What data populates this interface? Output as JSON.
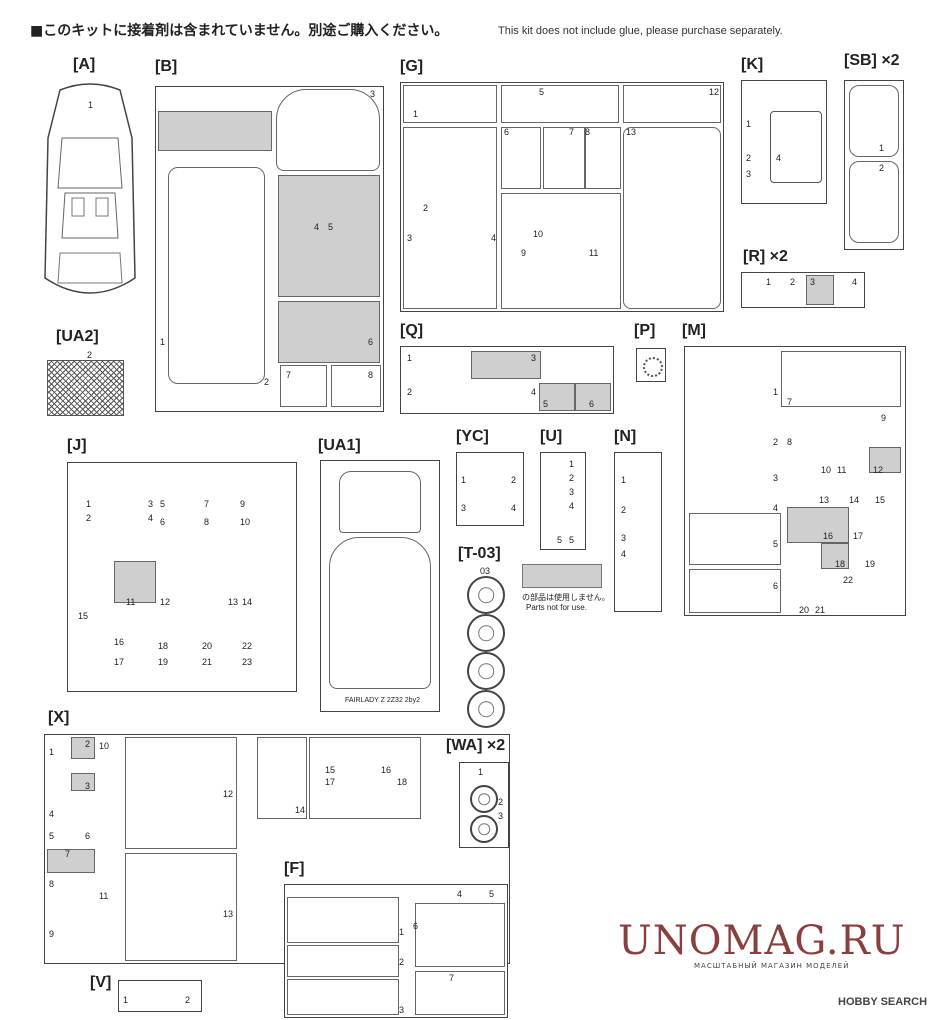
{
  "header": {
    "jp_note": "■このキットに接着剤は含まれていません。別途ご購入ください。",
    "en_note": "This kit does not include glue, please purchase separately."
  },
  "sprues": {
    "A": {
      "label": "[A]",
      "nums": [
        "1"
      ]
    },
    "UA2": {
      "label": "[UA2]",
      "nums": [
        "2"
      ]
    },
    "B": {
      "label": "[B]",
      "nums": [
        "1",
        "2",
        "3",
        "4",
        "5",
        "6",
        "7",
        "8"
      ]
    },
    "G": {
      "label": "[G]",
      "nums": [
        "1",
        "2",
        "3",
        "4",
        "5",
        "6",
        "7",
        "8",
        "9",
        "10",
        "11",
        "12",
        "13"
      ]
    },
    "K": {
      "label": "[K]",
      "nums": [
        "1",
        "2",
        "3",
        "4"
      ]
    },
    "SB": {
      "label": "[SB] ×2",
      "nums": [
        "1",
        "2"
      ]
    },
    "R": {
      "label": "[R] ×2",
      "nums": [
        "1",
        "2",
        "3",
        "4"
      ]
    },
    "Q": {
      "label": "[Q]",
      "nums": [
        "1",
        "2",
        "3",
        "4",
        "5",
        "6"
      ]
    },
    "P": {
      "label": "[P]"
    },
    "M": {
      "label": "[M]",
      "nums": [
        "1",
        "2",
        "3",
        "4",
        "5",
        "6",
        "7",
        "8",
        "9",
        "10",
        "11",
        "12",
        "13",
        "14",
        "15",
        "16",
        "17",
        "18",
        "19",
        "20",
        "21",
        "22"
      ]
    },
    "J": {
      "label": "[J]",
      "nums": [
        "1",
        "2",
        "3",
        "4",
        "5",
        "6",
        "7",
        "8",
        "9",
        "10",
        "11",
        "12",
        "13",
        "14",
        "15",
        "16",
        "17",
        "18",
        "19",
        "20",
        "21",
        "22",
        "23"
      ]
    },
    "UA1": {
      "label": "[UA1]",
      "decal_text": "FAIRLADY Z 2Z32 2by2"
    },
    "YC": {
      "label": "[YC]",
      "nums": [
        "1",
        "2",
        "3",
        "4"
      ]
    },
    "U": {
      "label": "[U]",
      "nums": [
        "1",
        "2",
        "3",
        "4",
        "5",
        "5"
      ]
    },
    "N": {
      "label": "[N]",
      "nums": [
        "1",
        "2",
        "3",
        "4"
      ]
    },
    "T03": {
      "label": "[T-03]",
      "num": "03"
    },
    "not_used": {
      "jp": "の部品は使用しません。",
      "en": "Parts not for use."
    },
    "X": {
      "label": "[X]",
      "nums": [
        "1",
        "2",
        "3",
        "4",
        "5",
        "6",
        "7",
        "8",
        "9",
        "10",
        "11",
        "12",
        "13",
        "14",
        "15",
        "16",
        "17",
        "18"
      ]
    },
    "WA": {
      "label": "[WA] ×2",
      "nums": [
        "1",
        "2",
        "3"
      ]
    },
    "F": {
      "label": "[F]",
      "nums": [
        "1",
        "2",
        "3",
        "4",
        "5",
        "6",
        "7"
      ]
    },
    "V": {
      "label": "[V]",
      "nums": [
        "1",
        "2"
      ]
    }
  },
  "watermark": {
    "main": "UNOMAG.RU",
    "sub": "МАСШТАБНЫЙ МАГАЗИН МОДЕЛЕЙ",
    "corner": "HOBBY SEARCH"
  },
  "colors": {
    "line": "#444444",
    "gray_fill": "#cfcfcf",
    "watermark": "#8a3f3f"
  }
}
